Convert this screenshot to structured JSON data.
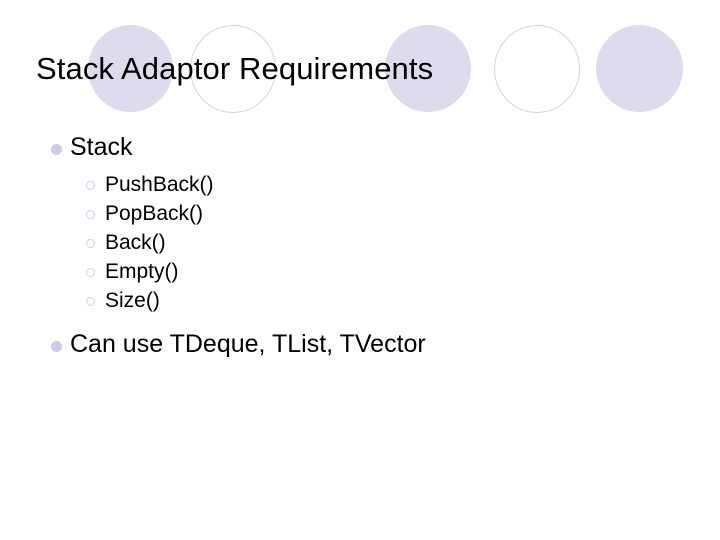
{
  "slide": {
    "title": "Stack Adaptor Requirements",
    "background_color": "#ffffff",
    "text_color": "#000000",
    "accent_color": "#dcdcee",
    "bullet_color": "#ccccea",
    "ring_bullet_color": "#cfcfe8"
  },
  "decoration": {
    "name": "circle-band",
    "circles": [
      {
        "style": "filled",
        "color": "#dcdcee"
      },
      {
        "style": "outline",
        "color": "#d3d3e6"
      },
      {
        "style": "filled",
        "color": "#dcdcee"
      },
      {
        "style": "outline",
        "color": "#d3d3e6"
      },
      {
        "style": "filled",
        "color": "#dcdcee"
      }
    ]
  },
  "content": {
    "bullets": [
      {
        "label": "Stack",
        "level": 1,
        "children": [
          {
            "label": "PushBack()",
            "level": 2
          },
          {
            "label": "PopBack()",
            "level": 2
          },
          {
            "label": "Back()",
            "level": 2
          },
          {
            "label": "Empty()",
            "level": 2
          },
          {
            "label": "Size()",
            "level": 2
          }
        ]
      },
      {
        "label": "Can use TDeque, TList, TVector",
        "level": 1,
        "children": []
      }
    ]
  }
}
